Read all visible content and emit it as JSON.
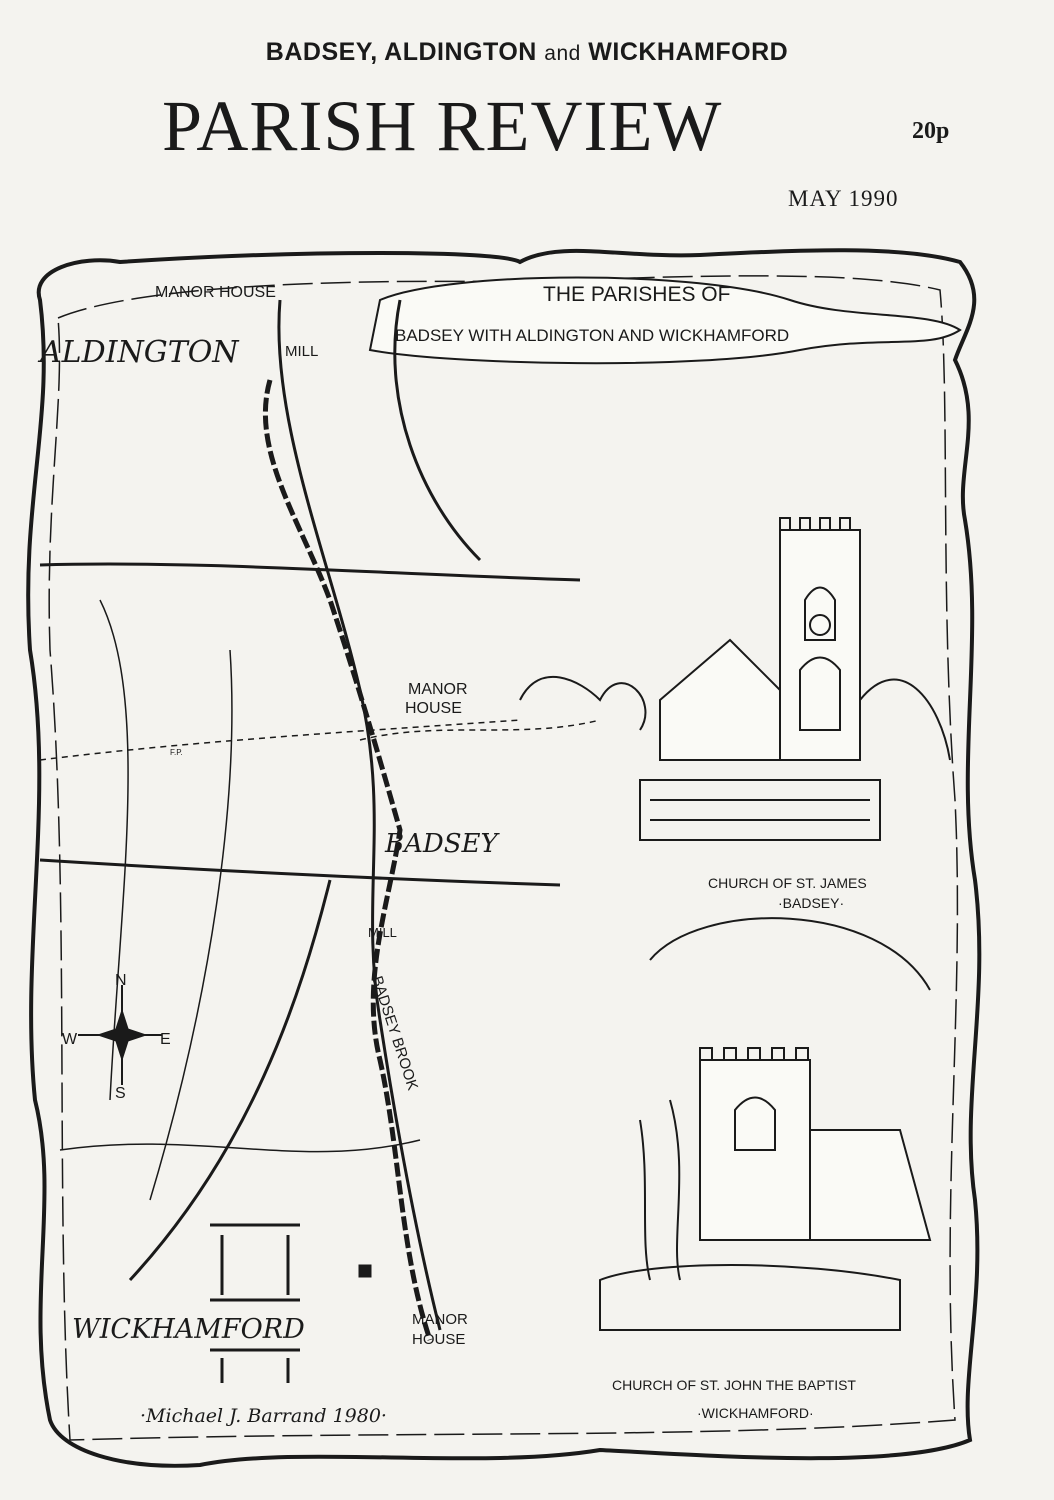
{
  "header": {
    "parishes_part1": "BADSEY, ALDINGTON",
    "parishes_and": "and",
    "parishes_part2": "WICKHAMFORD",
    "title": "PARISH REVIEW",
    "price": "20p",
    "date": "MAY 1990"
  },
  "illustration": {
    "banner_line1": "THE PARISHES OF",
    "banner_line2": "BADSEY WITH ALDINGTON AND WICKHAMFORD",
    "labels": {
      "manor_house_aldington": "MANOR HOUSE",
      "aldington": "ALDINGTON",
      "mill_aldington": "MILL",
      "manor_house_badsey_1": "MANOR",
      "manor_house_badsey_2": "HOUSE",
      "fp": "F.P.",
      "badsey": "BADSEY",
      "mill_badsey": "MILL",
      "badsey_brook": "BADSEY BROOK",
      "church_badsey_1": "CHURCH OF ST. JAMES",
      "church_badsey_2": "·BADSEY·",
      "compass_n": "N",
      "compass_s": "S",
      "compass_e": "E",
      "compass_w": "W",
      "wickhamford": "WICKHAMFORD",
      "manor_house_wick_1": "MANOR",
      "manor_house_wick_2": "HOUSE",
      "church_wick_1": "CHURCH OF ST. JOHN THE BAPTIST",
      "church_wick_2": "·WICKHAMFORD·",
      "signature": "·Michael J. Barrand 1980·"
    }
  }
}
